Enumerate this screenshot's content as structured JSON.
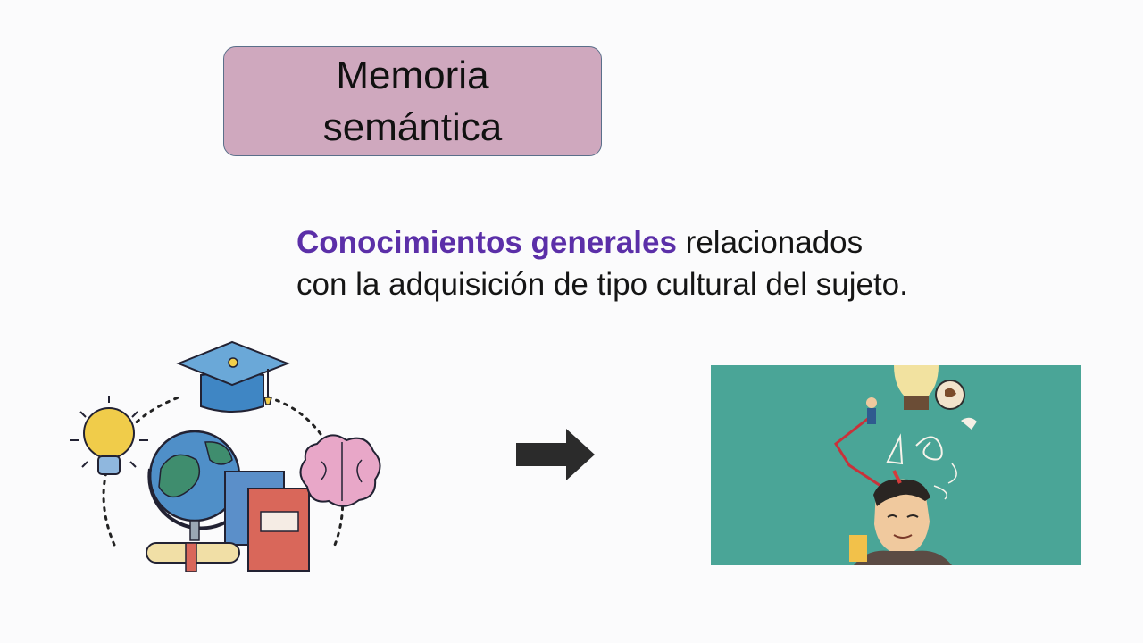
{
  "slide": {
    "title": "Memoria\nsemántica",
    "description": {
      "highlight": "Conocimientos generales",
      "rest_line1": " relacionados",
      "rest_line2": "con la adquisición de tipo cultural del sujeto."
    }
  },
  "colors": {
    "title_box": "#cfa8be",
    "highlight": "#5b2fa8",
    "panel": "#4aa597",
    "arrow": "#2b2b2b"
  },
  "icons": {
    "education": [
      "graduation-cap-icon",
      "lightbulb-icon",
      "globe-icon",
      "books-icon",
      "brain-icon",
      "diploma-icon"
    ],
    "arrow": "right-arrow-icon",
    "panel": "student-knowledge-illustration"
  }
}
